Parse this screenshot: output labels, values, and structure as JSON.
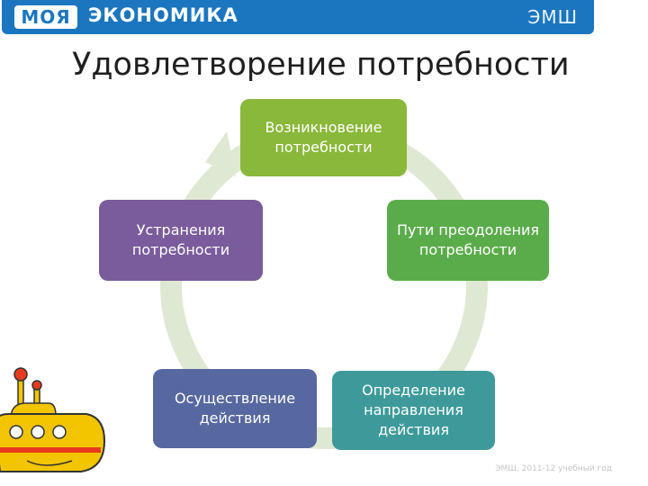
{
  "header": {
    "brand_box": "МОЯ",
    "brand_text": "ЭКОНОМИКА",
    "brand_right": "ЭМШ"
  },
  "title": "Удовлетворение потребности",
  "cycle": {
    "nodes": [
      "Возникновение потребности",
      "Пути преодоления потребности",
      "Определение направления действия",
      "Осуществление действия",
      "Устранения потребности"
    ]
  },
  "footer": "ЭМШ, 2011-12 учебный год",
  "colors": {
    "header": "#1b76bf",
    "node_1": "#8ab83a",
    "node_2": "#5aac4a",
    "node_3": "#3e9a9a",
    "node_4": "#5768a0",
    "node_5": "#7a5b9b",
    "arrow": "#dfe8d2"
  },
  "icons": [
    "yellow-submarine-icon",
    "cycle-arrow-icon"
  ]
}
